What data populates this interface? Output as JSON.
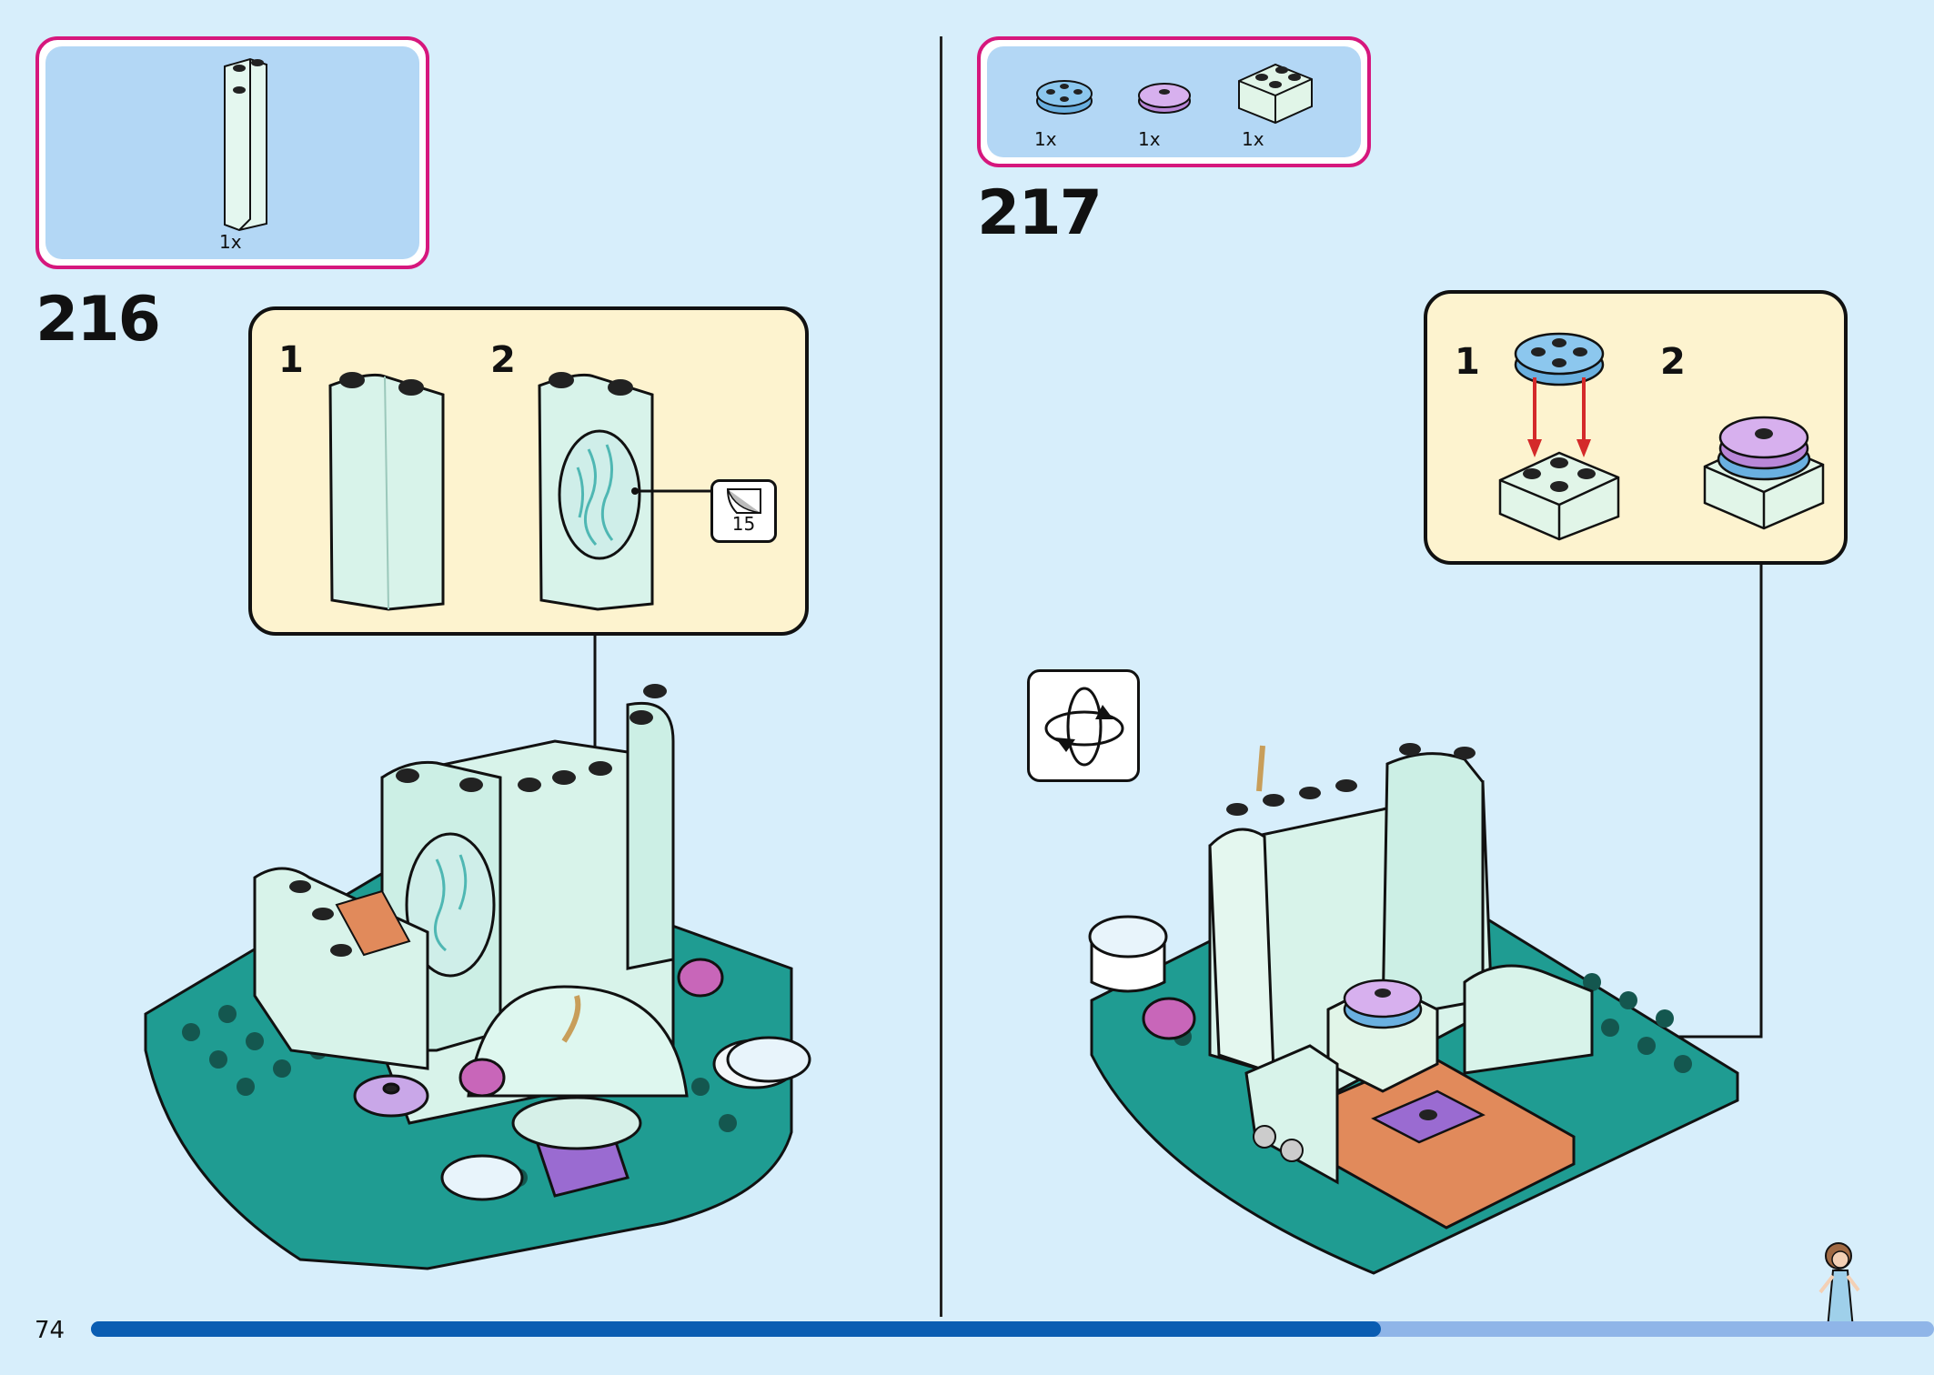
{
  "page_number": "74",
  "progress": 0.7,
  "colors": {
    "accent": "#d6177d",
    "parts_bg": "#b3d7f5",
    "callout_bg": "#fdf3cf",
    "page_bg": "#d7eefb",
    "progress": "#0a5db2",
    "arrow_red": "#d42a2a"
  },
  "step216": {
    "number": "216",
    "parts": [
      {
        "qty": "1x",
        "part": "mint-wall-panel"
      }
    ],
    "substeps": [
      "1",
      "2"
    ],
    "sticker": "15"
  },
  "step217": {
    "number": "217",
    "parts": [
      {
        "qty": "1x",
        "part": "blue-round-plate"
      },
      {
        "qty": "1x",
        "part": "lavender-round-tile"
      },
      {
        "qty": "1x",
        "part": "mint-brick-2x2"
      }
    ],
    "substeps": [
      "1",
      "2"
    ],
    "rotate_icon": "rotate-model-icon"
  }
}
